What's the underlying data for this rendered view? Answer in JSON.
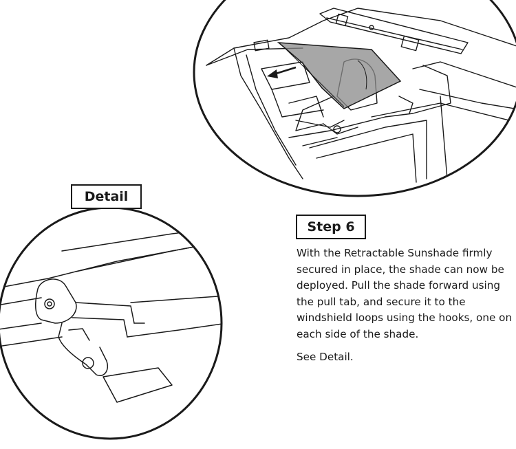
{
  "detail_label": "Detail",
  "step_label": "Step 6",
  "instructions": "With the Retractable Sunshade firmly secured in place, the shade can now be deployed. Pull the shade forward using the pull tab, and secure it to the windshield loops using the hooks, one on each side of the shade.",
  "see_detail": "See Detail.",
  "colors": {
    "line": "#1a1a1a",
    "shade": "#8a8a8a",
    "background": "#ffffff"
  }
}
